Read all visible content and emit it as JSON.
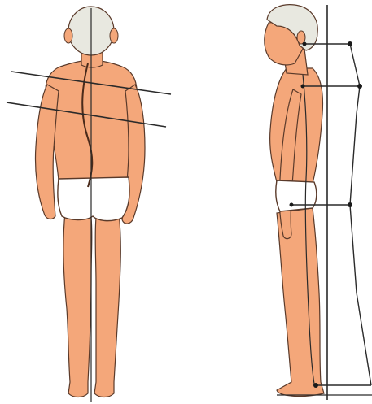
{
  "colors": {
    "background": "#ffffff",
    "skin": "#f4a77a",
    "skin_shadow": "#d9805a",
    "outline": "#5a3a2a",
    "hair": "#e8e8e0",
    "underwear": "#ffffff",
    "spine_line": "#4a2a1a",
    "guide_line": "#2a2a2a",
    "guide_point": "#1a1a1a"
  },
  "figures": [
    {
      "view": "back",
      "alignment": "skewed-shoulders-and-scapulae",
      "spine": "lateral-curvature"
    },
    {
      "view": "side",
      "alignment": "plumb-line-with-posture-profile"
    }
  ]
}
